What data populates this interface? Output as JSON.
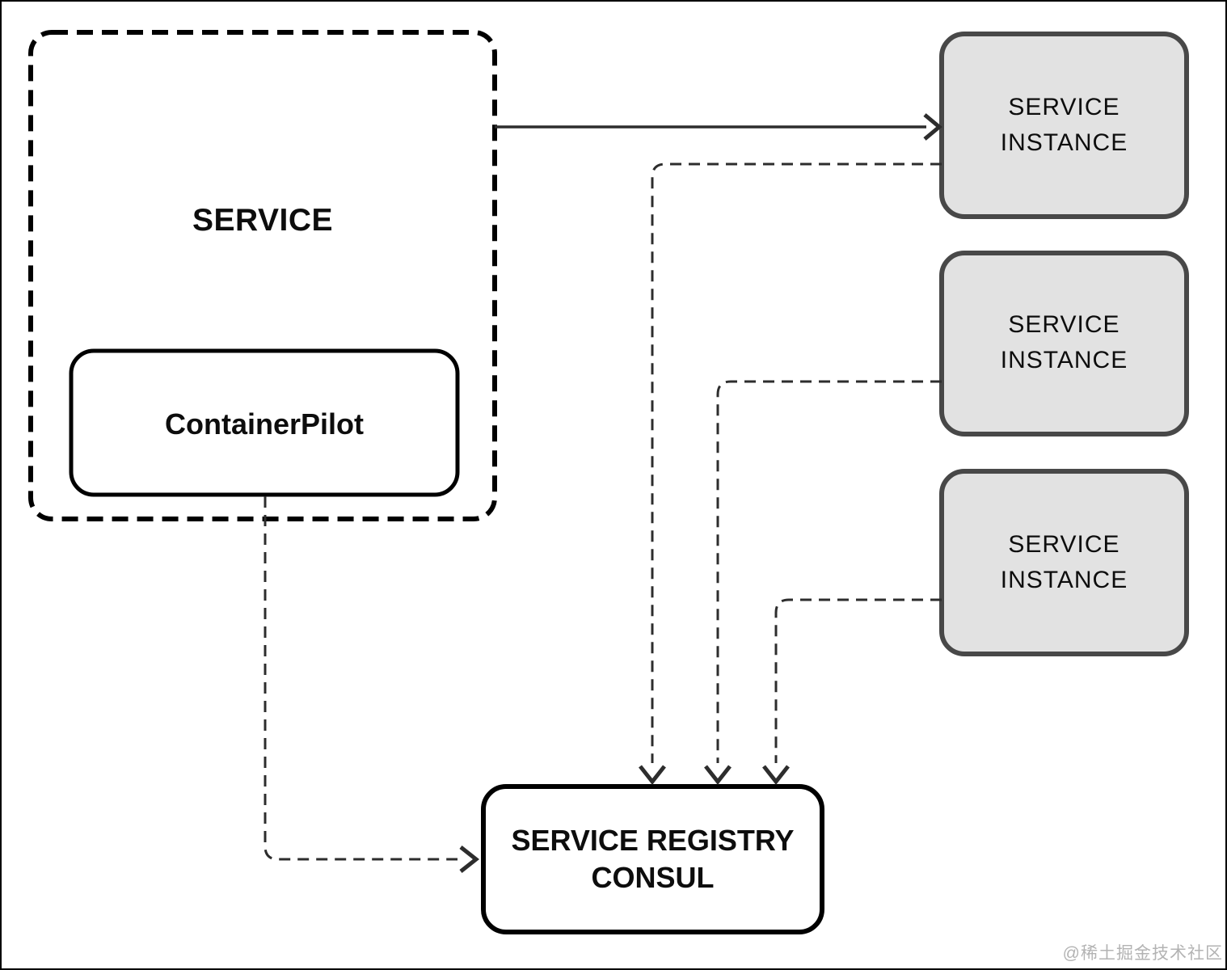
{
  "diagram": {
    "service_group": {
      "label": "SERVICE"
    },
    "container_pilot": {
      "label": "ContainerPilot"
    },
    "service_instances": [
      {
        "label": "SERVICE\nINSTANCE"
      },
      {
        "label": "SERVICE\nINSTANCE"
      },
      {
        "label": "SERVICE\nINSTANCE"
      }
    ],
    "service_registry": {
      "label": "SERVICE REGISTRY\nCONSUL"
    },
    "connections": [
      {
        "from": "SERVICE",
        "to": "SERVICE INSTANCE 1",
        "style": "solid-arrow"
      },
      {
        "from": "SERVICE INSTANCE 1",
        "to": "SERVICE REGISTRY CONSUL",
        "style": "dashed-arrow"
      },
      {
        "from": "SERVICE INSTANCE 2",
        "to": "SERVICE REGISTRY CONSUL",
        "style": "dashed-arrow"
      },
      {
        "from": "SERVICE INSTANCE 3",
        "to": "SERVICE REGISTRY CONSUL",
        "style": "dashed-arrow"
      },
      {
        "from": "ContainerPilot",
        "to": "SERVICE REGISTRY CONSUL",
        "style": "dashed-arrow"
      }
    ]
  },
  "watermark": {
    "text": "@稀土掘金技术社区"
  },
  "colors": {
    "background": "#ffffff",
    "frame_border": "#000000",
    "line": "#2d2d2d",
    "box_border": "#000000",
    "instance_fill": "#e2e2e2",
    "instance_border": "#484848",
    "text": "#0d0d0d",
    "watermark": "#b3b3b3"
  }
}
